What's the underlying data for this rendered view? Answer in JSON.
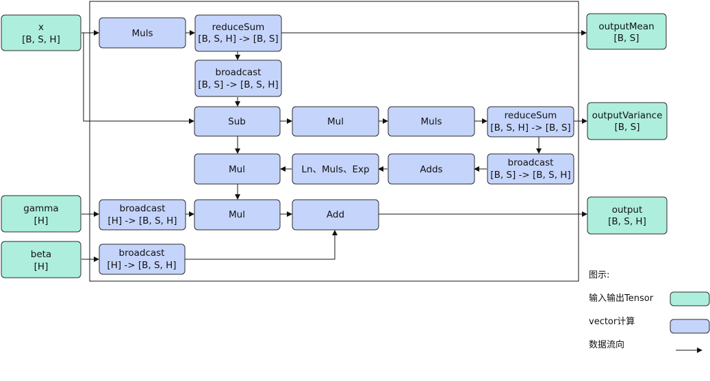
{
  "nodes": {
    "x": {
      "line1": "x",
      "line2": "[B, S, H]"
    },
    "gamma": {
      "line1": "gamma",
      "line2": "[H]"
    },
    "beta": {
      "line1": "beta",
      "line2": "[H]"
    },
    "muls1": {
      "line1": "Muls"
    },
    "reducesum1": {
      "line1": "reduceSum",
      "line2": "[B, S, H] -> [B, S]"
    },
    "broadcast1": {
      "line1": "broadcast",
      "line2": "[B, S] -> [B, S, H]"
    },
    "sub": {
      "line1": "Sub"
    },
    "mul1": {
      "line1": "Mul"
    },
    "muls2": {
      "line1": "Muls"
    },
    "reducesum2": {
      "line1": "reduceSum",
      "line2": "[B, S, H] -> [B, S]"
    },
    "broadcast2": {
      "line1": "broadcast",
      "line2": "[B, S] -> [B, S, H]"
    },
    "adds": {
      "line1": "Adds"
    },
    "ln_muls_exp": {
      "line1": "Ln、Muls、Exp"
    },
    "mul2": {
      "line1": "Mul"
    },
    "broadcast_gamma": {
      "line1": "broadcast",
      "line2": "[H] -> [B, S, H]"
    },
    "mul3": {
      "line1": "Mul"
    },
    "add": {
      "line1": "Add"
    },
    "broadcast_beta": {
      "line1": "broadcast",
      "line2": "[H] -> [B, S, H]"
    },
    "outputMean": {
      "line1": "outputMean",
      "line2": "[B, S]"
    },
    "outputVariance": {
      "line1": "outputVariance",
      "line2": "[B, S]"
    },
    "output": {
      "line1": "output",
      "line2": "[B, S, H]"
    }
  },
  "legend": {
    "title": "图示:",
    "io": "输入输出Tensor",
    "vector": "vector计算",
    "flow": "数据流向"
  },
  "colors": {
    "io_fill": "#aeeedd",
    "op_fill": "#c5d4fb"
  }
}
